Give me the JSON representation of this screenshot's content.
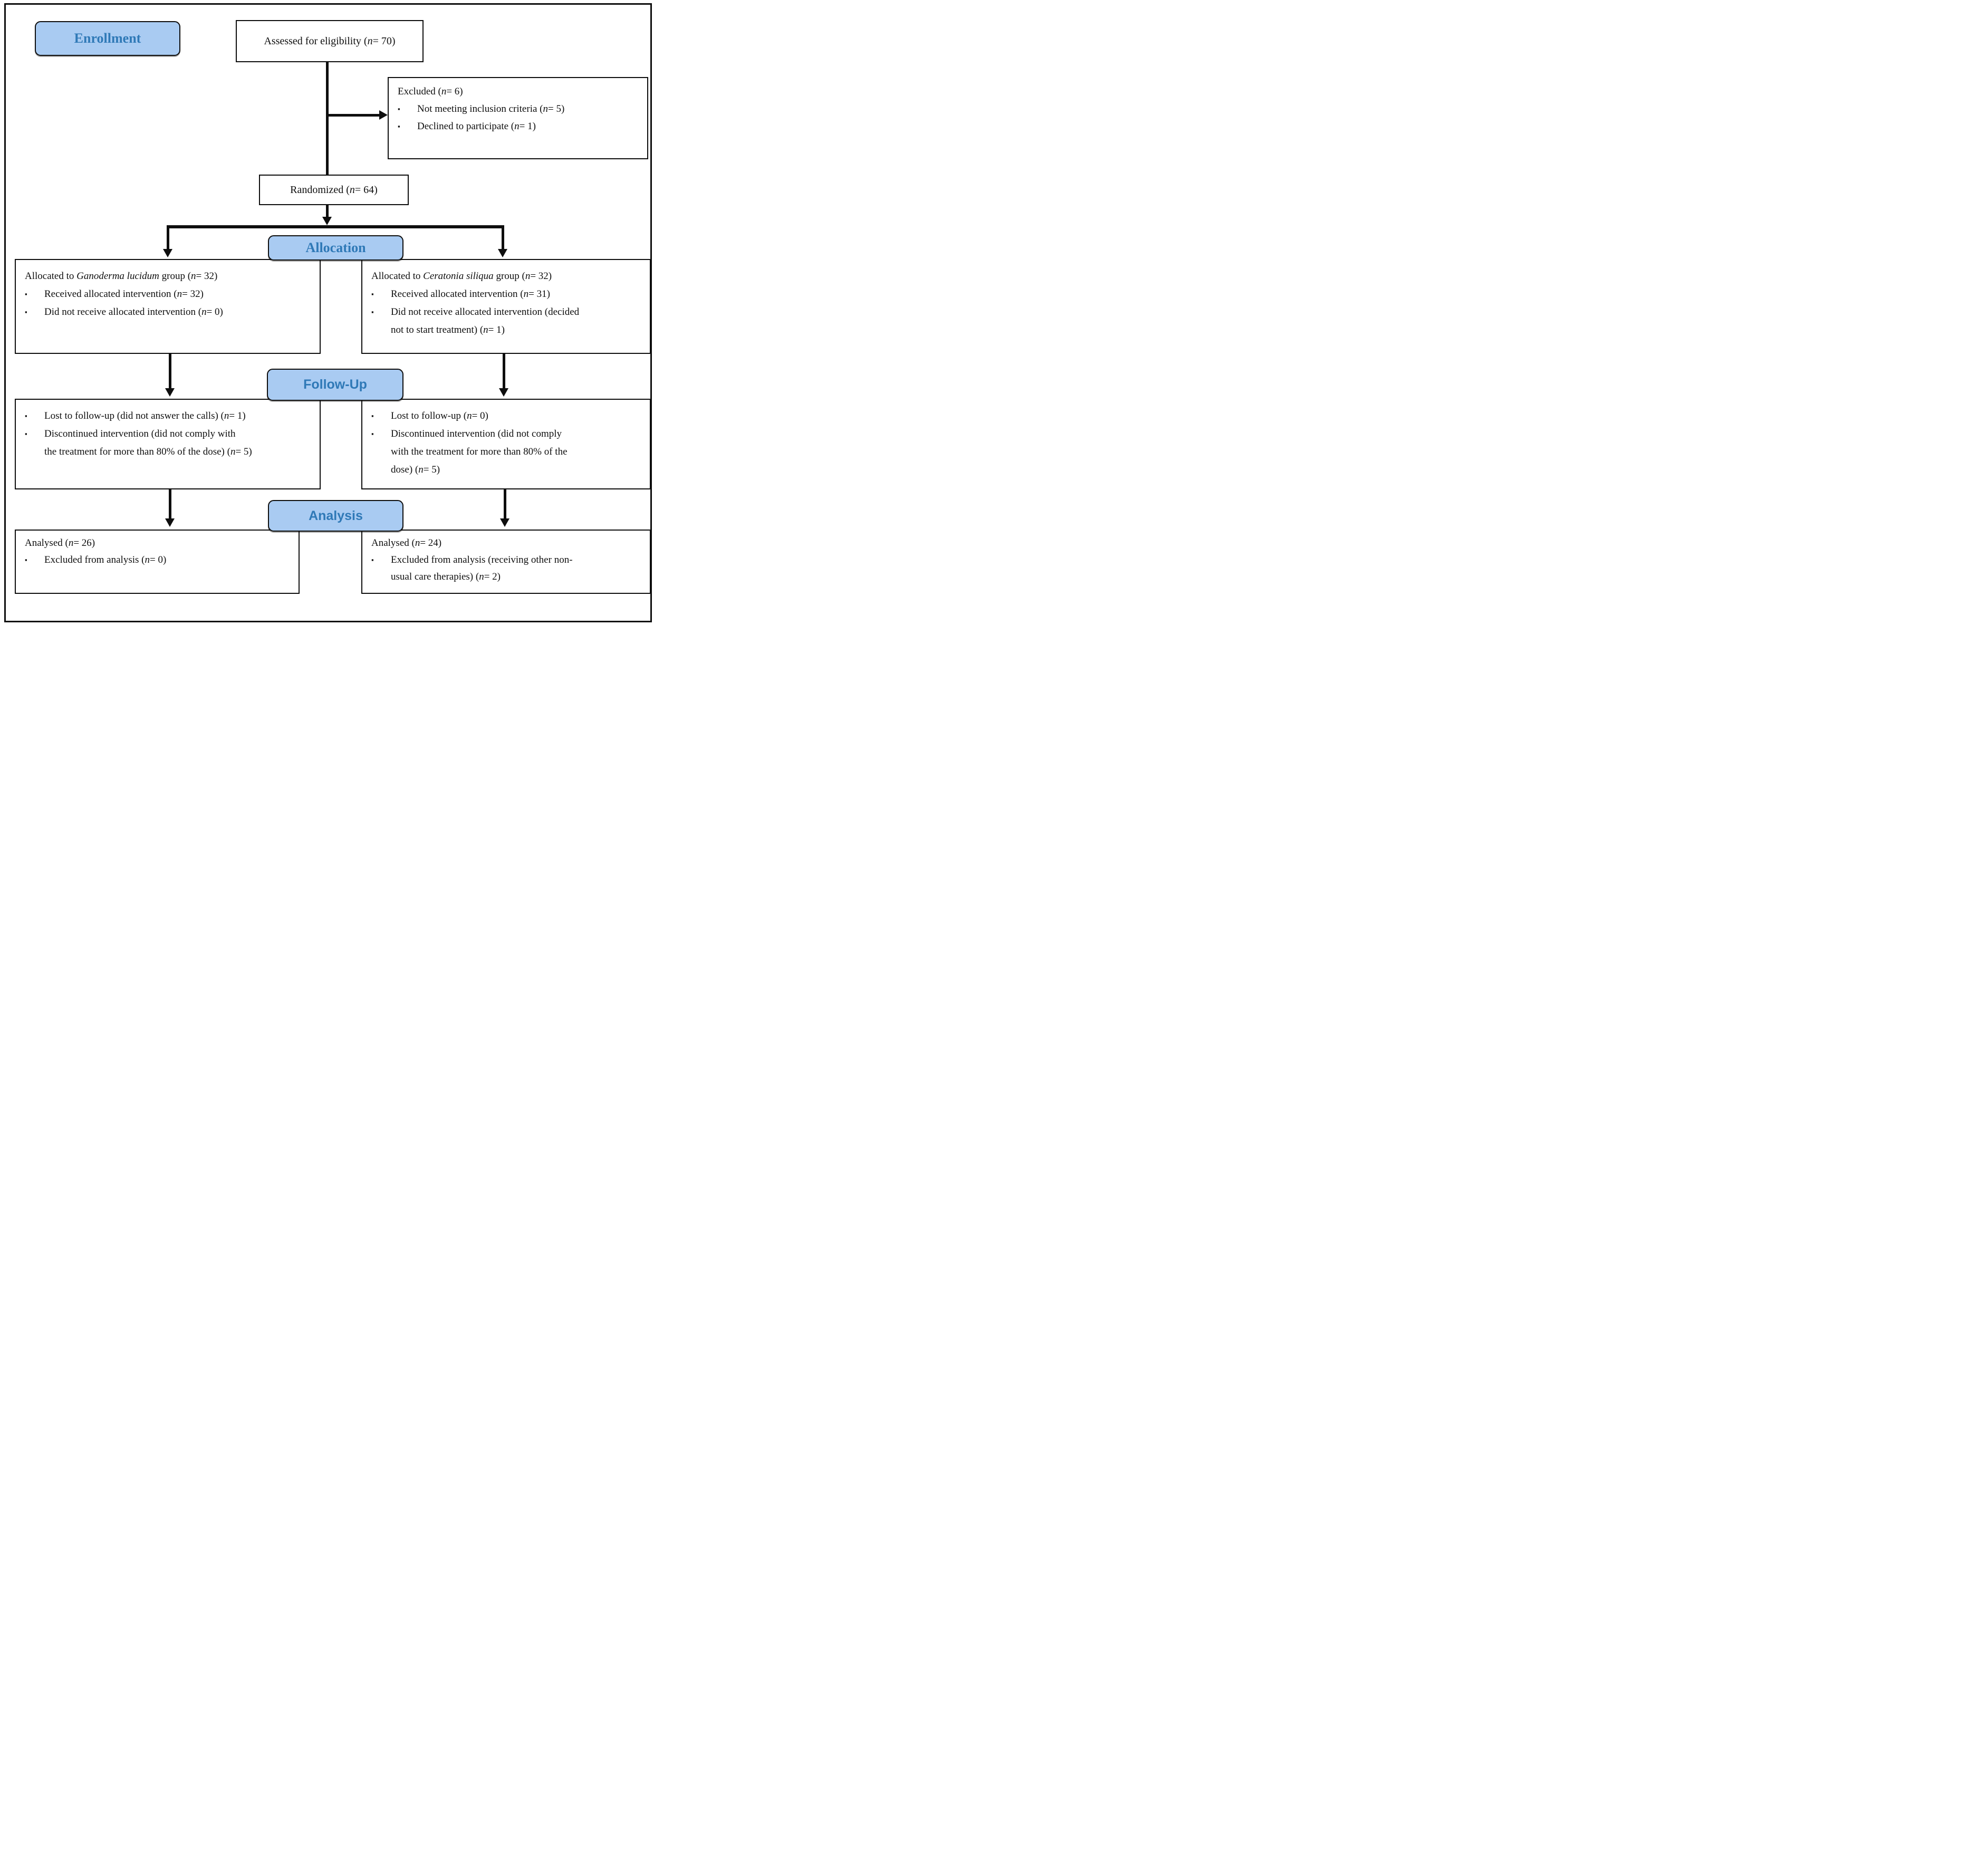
{
  "colors": {
    "stage_fill": "#A9CBF2",
    "stage_text": "#2F79B7",
    "line": "#0E0E0E",
    "box_bg": "#FFFFFF"
  },
  "stage_labels": {
    "enrollment": "Enrollment",
    "allocation": "Allocation",
    "followup": "Follow-Up",
    "analysis": "Analysis"
  },
  "boxes": {
    "assessed": {
      "text": "Assessed for eligibility (n= 70)"
    },
    "excluded": {
      "title": "Excluded (n= 6)",
      "bullets": [
        [
          "Not meeting inclusion criteria (n= 5)"
        ],
        [
          "Declined to participate (n= 1)"
        ]
      ]
    },
    "randomized": {
      "text": "Randomized (n= 64)"
    },
    "allocation_left": {
      "title_pre": "Allocated to ",
      "species": "Ganoderma lucidum",
      "title_post": " group (n= 32)",
      "bullets": [
        [
          "Received allocated intervention (n= 32)"
        ],
        [
          "Did not receive allocated intervention (n= 0)"
        ]
      ]
    },
    "allocation_right": {
      "title_pre": "Allocated to ",
      "species": "Ceratonia siliqua",
      "title_post": " group (n= 32)",
      "bullets": [
        [
          "Received allocated intervention (n= 31)"
        ],
        [
          "Did not receive allocated intervention (decided",
          "not to start treatment) (n= 1)"
        ]
      ]
    },
    "followup_left": {
      "bullets": [
        [
          "Lost to follow-up (did not answer the calls) (n= 1)"
        ],
        [
          "Discontinued intervention (did not comply with",
          "the treatment for more than 80% of the dose) (n= 5)"
        ]
      ]
    },
    "followup_right": {
      "bullets": [
        [
          "Lost to follow-up (n= 0)"
        ],
        [
          "Discontinued intervention (did not comply",
          "with the treatment for more than 80% of the",
          "dose) (n= 5)"
        ]
      ]
    },
    "analysis_left": {
      "title": "Analysed (n= 26)",
      "bullets": [
        [
          "Excluded from analysis (n= 0)"
        ]
      ]
    },
    "analysis_right": {
      "title": "Analysed (n= 24)",
      "bullets": [
        [
          "Excluded from analysis (receiving other non-",
          "usual care therapies) (n= 2)"
        ]
      ]
    }
  }
}
